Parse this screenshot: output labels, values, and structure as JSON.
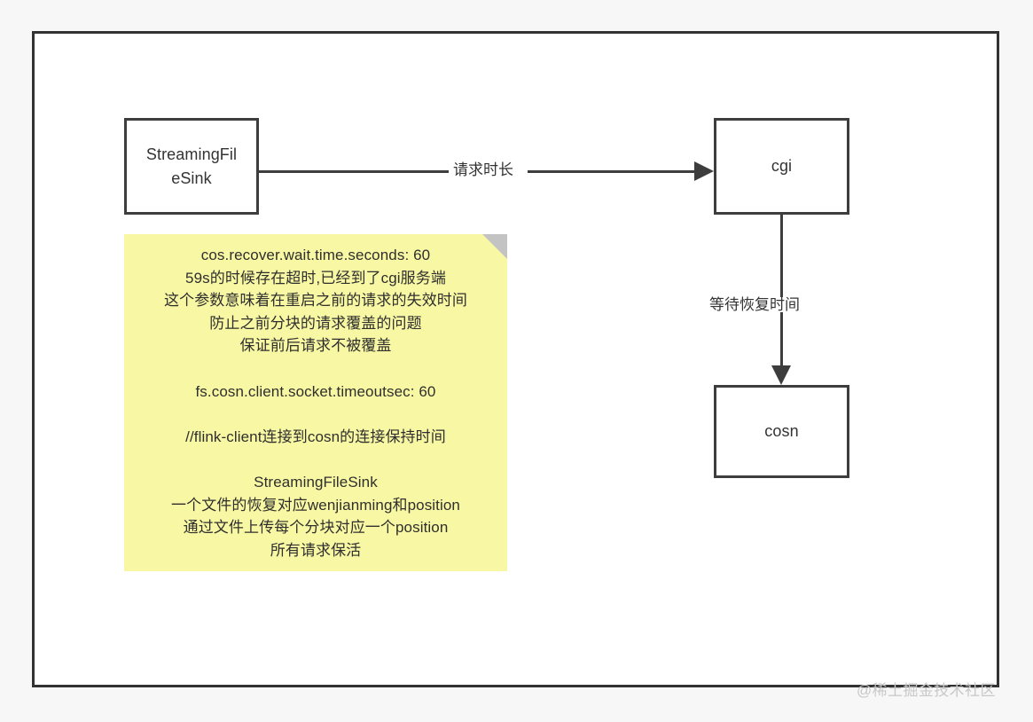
{
  "canvas": {
    "background_color": "#f7f7f7",
    "frame_background": "#ffffff",
    "frame_border_color": "#333333"
  },
  "diagram": {
    "type": "flowchart",
    "node_border_color": "#3d3d3d",
    "edge_color": "#3d3d3d",
    "nodes": [
      {
        "id": "streamingfilesink",
        "label": "StreamingFil\neSink"
      },
      {
        "id": "cgi",
        "label": "cgi"
      },
      {
        "id": "cosn",
        "label": "cosn"
      }
    ],
    "edges": [
      {
        "id": "request-duration",
        "from": "streamingfilesink",
        "to": "cgi",
        "label": "请求时长",
        "direction": "right"
      },
      {
        "id": "wait-recover",
        "from": "cgi",
        "to": "cosn",
        "label": "等待恢复时间",
        "direction": "down"
      }
    ]
  },
  "note": {
    "background_color": "#f8f7a3",
    "fold_color": "#c3c3c3",
    "lines": [
      "cos.recover.wait.time.seconds: 60",
      "59s的时候存在超时,已经到了cgi服务端",
      "这个参数意味着在重启之前的请求的失效时间",
      "防止之前分块的请求覆盖的问题",
      "保证前后请求不被覆盖",
      "",
      "fs.cosn.client.socket.timeoutsec: 60",
      "",
      "//flink-client连接到cosn的连接保持时间",
      "",
      "StreamingFileSink",
      "一个文件的恢复对应wenjianming和position",
      "通过文件上传每个分块对应一个position",
      "所有请求保活"
    ]
  },
  "watermark": {
    "text": "@稀土掘金技术社区",
    "color": "#c8c8c8"
  }
}
